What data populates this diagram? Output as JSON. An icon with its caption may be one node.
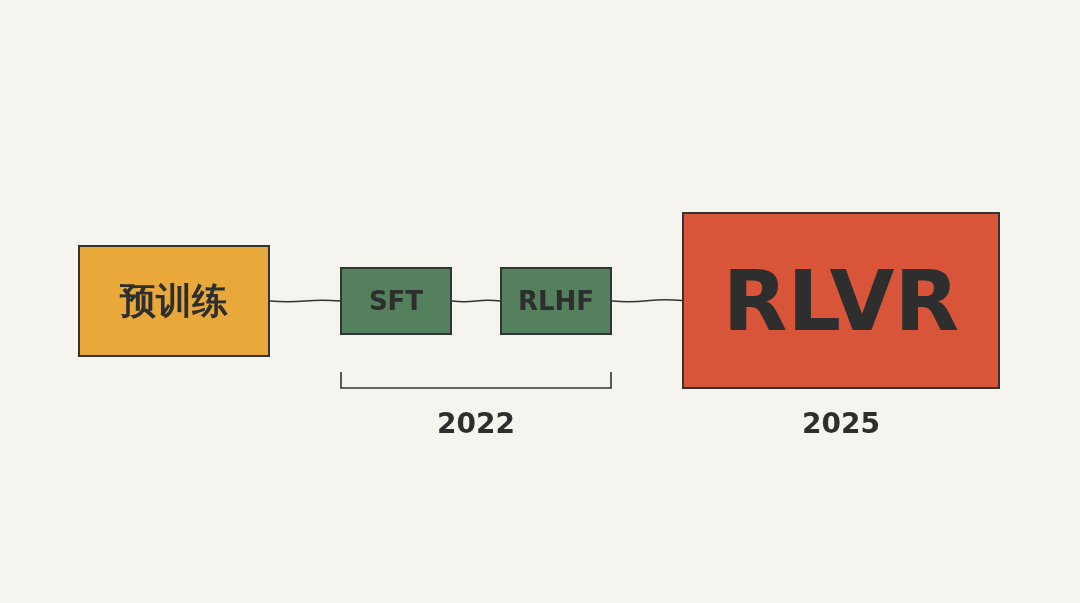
{
  "diagram": {
    "nodes": [
      {
        "text": [
          "预训练"
        ]
      },
      {
        "text": [
          "SFT"
        ]
      },
      {
        "text": [
          "RLHF"
        ]
      },
      {
        "text": [
          "RLVR"
        ],
        "beside": [
          "2025"
        ]
      }
    ],
    "edges": [
      {
        "from": 0,
        "to": 1,
        "arrow": "none"
      },
      {
        "from": 1,
        "to": 2,
        "arrow": "none"
      },
      {
        "from": 2,
        "to": 3,
        "arrow": "none"
      }
    ],
    "labels": [
      "2022"
    ]
  }
}
